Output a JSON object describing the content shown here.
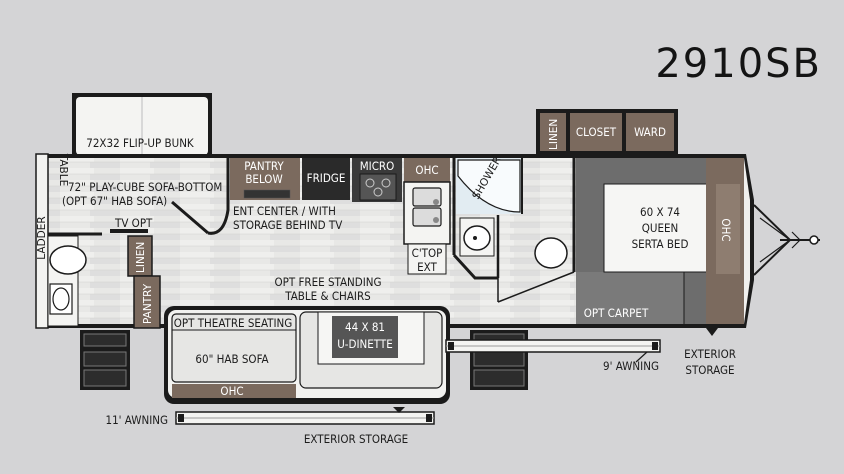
{
  "model": "2910SB",
  "labels": {
    "bunk": "72X32 FLIP-UP BUNK",
    "table_side": "TABLE",
    "sofa_line1": "72\" PLAY-CUBE SOFA-BOTTOM",
    "sofa_line2": "(OPT 67\" HAB SOFA)",
    "tv_opt": "TV OPT",
    "linen_left": "LINEN",
    "pantry_left": "PANTRY",
    "ladder": "LADDER",
    "pantry_below_1": "PANTRY",
    "pantry_below_2": "BELOW",
    "fridge": "FRIDGE",
    "micro": "MICRO",
    "ohc_kitchen": "OHC",
    "ent_center_1": "ENT CENTER / WITH",
    "ent_center_2": "STORAGE BEHIND TV",
    "ctop_1": "C'TOP",
    "ctop_2": "EXT",
    "shower": "SHOWER",
    "linen_top": "LINEN",
    "closet": "CLOSET",
    "ward": "WARD",
    "bed_1": "60 X 74",
    "bed_2": "QUEEN",
    "bed_3": "SERTA BED",
    "ohc_bed": "OHC",
    "opt_carpet": "OPT CARPET",
    "table_chairs_1": "OPT FREE STANDING",
    "table_chairs_2": "TABLE & CHAIRS",
    "theatre": "OPT THEATRE SEATING",
    "dinette_1": "44 X 81",
    "dinette_2": "U-DINETTE",
    "hab_sofa": "60\" HAB SOFA",
    "ohc_slide": "OHC",
    "awning_11": "11' AWNING",
    "ext_storage_bottom": "EXTERIOR STORAGE",
    "awning_9": "9' AWNING",
    "ext_storage_right_1": "EXTERIOR",
    "ext_storage_right_2": "STORAGE"
  },
  "colors": {
    "background": "#d4d4d6",
    "floor": "#e6e6e4",
    "wall": "#1b1b1b",
    "cabinet_brown": "#7b6a5e",
    "bed_frame": "#6d6d6d",
    "dark_appliance": "#2a2a2a",
    "sofa": "#e2e2e0"
  }
}
